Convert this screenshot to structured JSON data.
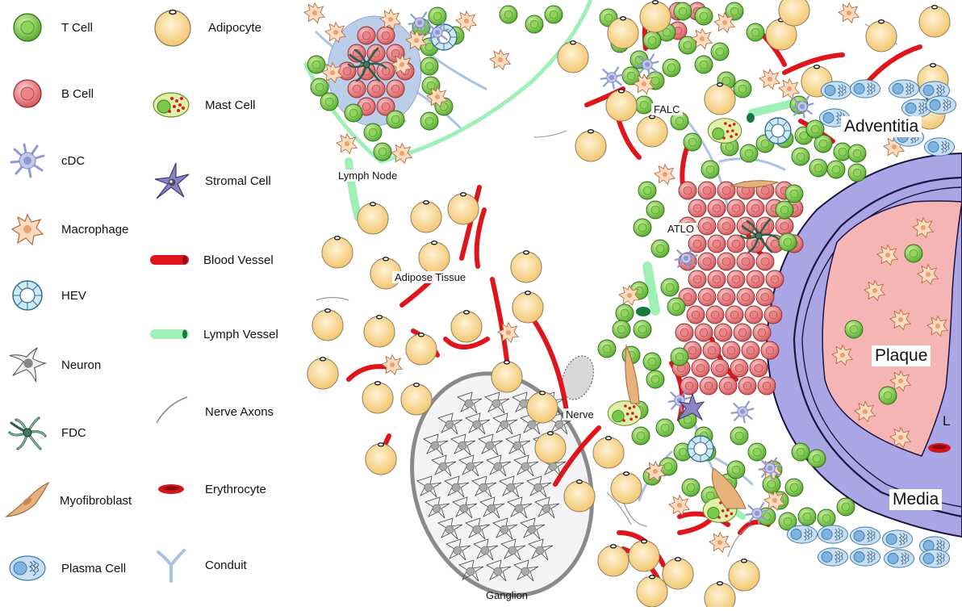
{
  "legend": {
    "col1": [
      {
        "label": "T Cell",
        "icon": "t-cell-icon"
      },
      {
        "label": "B Cell",
        "icon": "b-cell-icon"
      },
      {
        "label": "cDC",
        "icon": "cdc-icon"
      },
      {
        "label": "Macrophage",
        "icon": "macrophage-icon"
      },
      {
        "label": "HEV",
        "icon": "hev-icon"
      },
      {
        "label": "Neuron",
        "icon": "neuron-icon"
      },
      {
        "label": "FDC",
        "icon": "fdc-icon"
      },
      {
        "label": "Myofibroblast",
        "icon": "myofibroblast-icon"
      },
      {
        "label": "Plasma Cell",
        "icon": "plasma-cell-icon"
      }
    ],
    "col2": [
      {
        "label": "Adipocyte",
        "icon": "adipocyte-icon"
      },
      {
        "label": "Mast Cell",
        "icon": "mast-cell-icon"
      },
      {
        "label": "Stromal Cell",
        "icon": "stromal-cell-icon"
      },
      {
        "label": "Blood Vessel",
        "icon": "blood-vessel-icon"
      },
      {
        "label": "Lymph Vessel",
        "icon": "lymph-vessel-icon"
      },
      {
        "label": "Nerve Axons",
        "icon": "nerve-axons-icon"
      },
      {
        "label": "Erythrocyte",
        "icon": "erythrocyte-icon"
      },
      {
        "label": "Conduit",
        "icon": "conduit-icon"
      }
    ]
  },
  "scene": {
    "lymph_node": "Lymph Node",
    "adipose_tissue": "Adipose Tissue",
    "falc": "FALC",
    "atlo": "ATLO",
    "adventitia": "Adventitia",
    "plaque": "Plaque",
    "media": "Media",
    "lumen": "L",
    "nerve": "Nerve",
    "ganglion": "Ganglion"
  },
  "colors": {
    "t_cell": "#6cc23a",
    "b_cell": "#e06a6c",
    "adipocyte": "#f6cd7c",
    "blood_vessel": "#e0141b",
    "lymph_vessel": "#9ef0b6",
    "media": "#aaa6e6",
    "plaque": "#f5b5b5",
    "plasma_cell": "#7fb3e0",
    "conduit": "#a9c3e2"
  }
}
